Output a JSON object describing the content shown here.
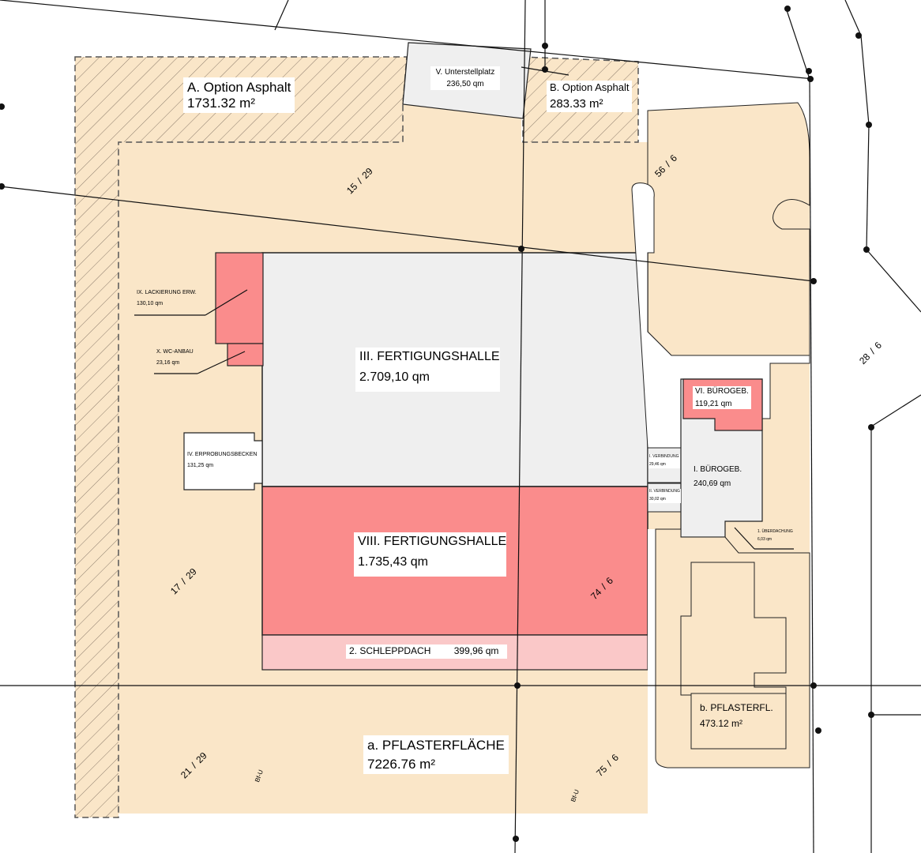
{
  "areas": {
    "option_a": {
      "title": "A.  Option Asphalt",
      "value": "1731.32 m²"
    },
    "option_b": {
      "title": "B. Option Asphalt",
      "value": "283.33 m²"
    },
    "unterstellplatz": {
      "title": "V.  Unterstellplatz",
      "value": "236,50 qm"
    },
    "fertigungshalle_3": {
      "title": "III.  FERTIGUNGSHALLE",
      "value": "2.709,10 qm"
    },
    "fertigungshalle_8": {
      "title": "VIII.  FERTIGUNGSHALLE",
      "value": "1.735,43 qm"
    },
    "schleppdach": {
      "title": "2.  SCHLEPPDACH",
      "value": "399,96 qm"
    },
    "lackierung": {
      "title": "IX.  LACKIERUNG  ERW.",
      "value": "130,10 qm"
    },
    "wc_anbau": {
      "title": "X.  WC-ANBAU",
      "value": "23,16 qm"
    },
    "erprobungsbecken": {
      "title": "IV.  ERPROBUNGSBECKEN",
      "value": "131,25 qm"
    },
    "buerogeb_6": {
      "title": "VI.  BÜROGEB.",
      "value": "119,21 qm"
    },
    "buerogeb_1": {
      "title": "I.  BÜROGEB.",
      "value": "240,69 qm"
    },
    "verbindung_1": {
      "title": "I.  VERBINDUNG",
      "value": "29,46 qm"
    },
    "verbindung_2": {
      "title": "II.  VERBINDUNG",
      "value": "30,02 qm"
    },
    "ueberdachung": {
      "title": "1.  ÜBERDACHUNG",
      "value": "6,03 qm"
    },
    "pflaster_a": {
      "title": "a.  PFLASTERFLÄCHE",
      "value": "7226.76 m²"
    },
    "pflaster_b": {
      "title": "b.  PFLASTERFL.",
      "value": "473.12 m²"
    }
  },
  "parcels": [
    {
      "top": "29",
      "bottom": "15"
    },
    {
      "top": "6",
      "bottom": "56"
    },
    {
      "top": "6",
      "bottom": "28"
    },
    {
      "top": "29",
      "bottom": "17"
    },
    {
      "top": "6",
      "bottom": "74"
    },
    {
      "top": "29",
      "bottom": "21"
    },
    {
      "top": "6",
      "bottom": "75"
    }
  ],
  "markers": [
    "Bf-U",
    "Bf-U"
  ],
  "colors": {
    "paving": "#fae6c8",
    "building_grey": "#efefef",
    "building_red": "#fa8c8c",
    "schleppdach": "#fac8c8",
    "outline": "#222222",
    "dashed": "#555555"
  }
}
